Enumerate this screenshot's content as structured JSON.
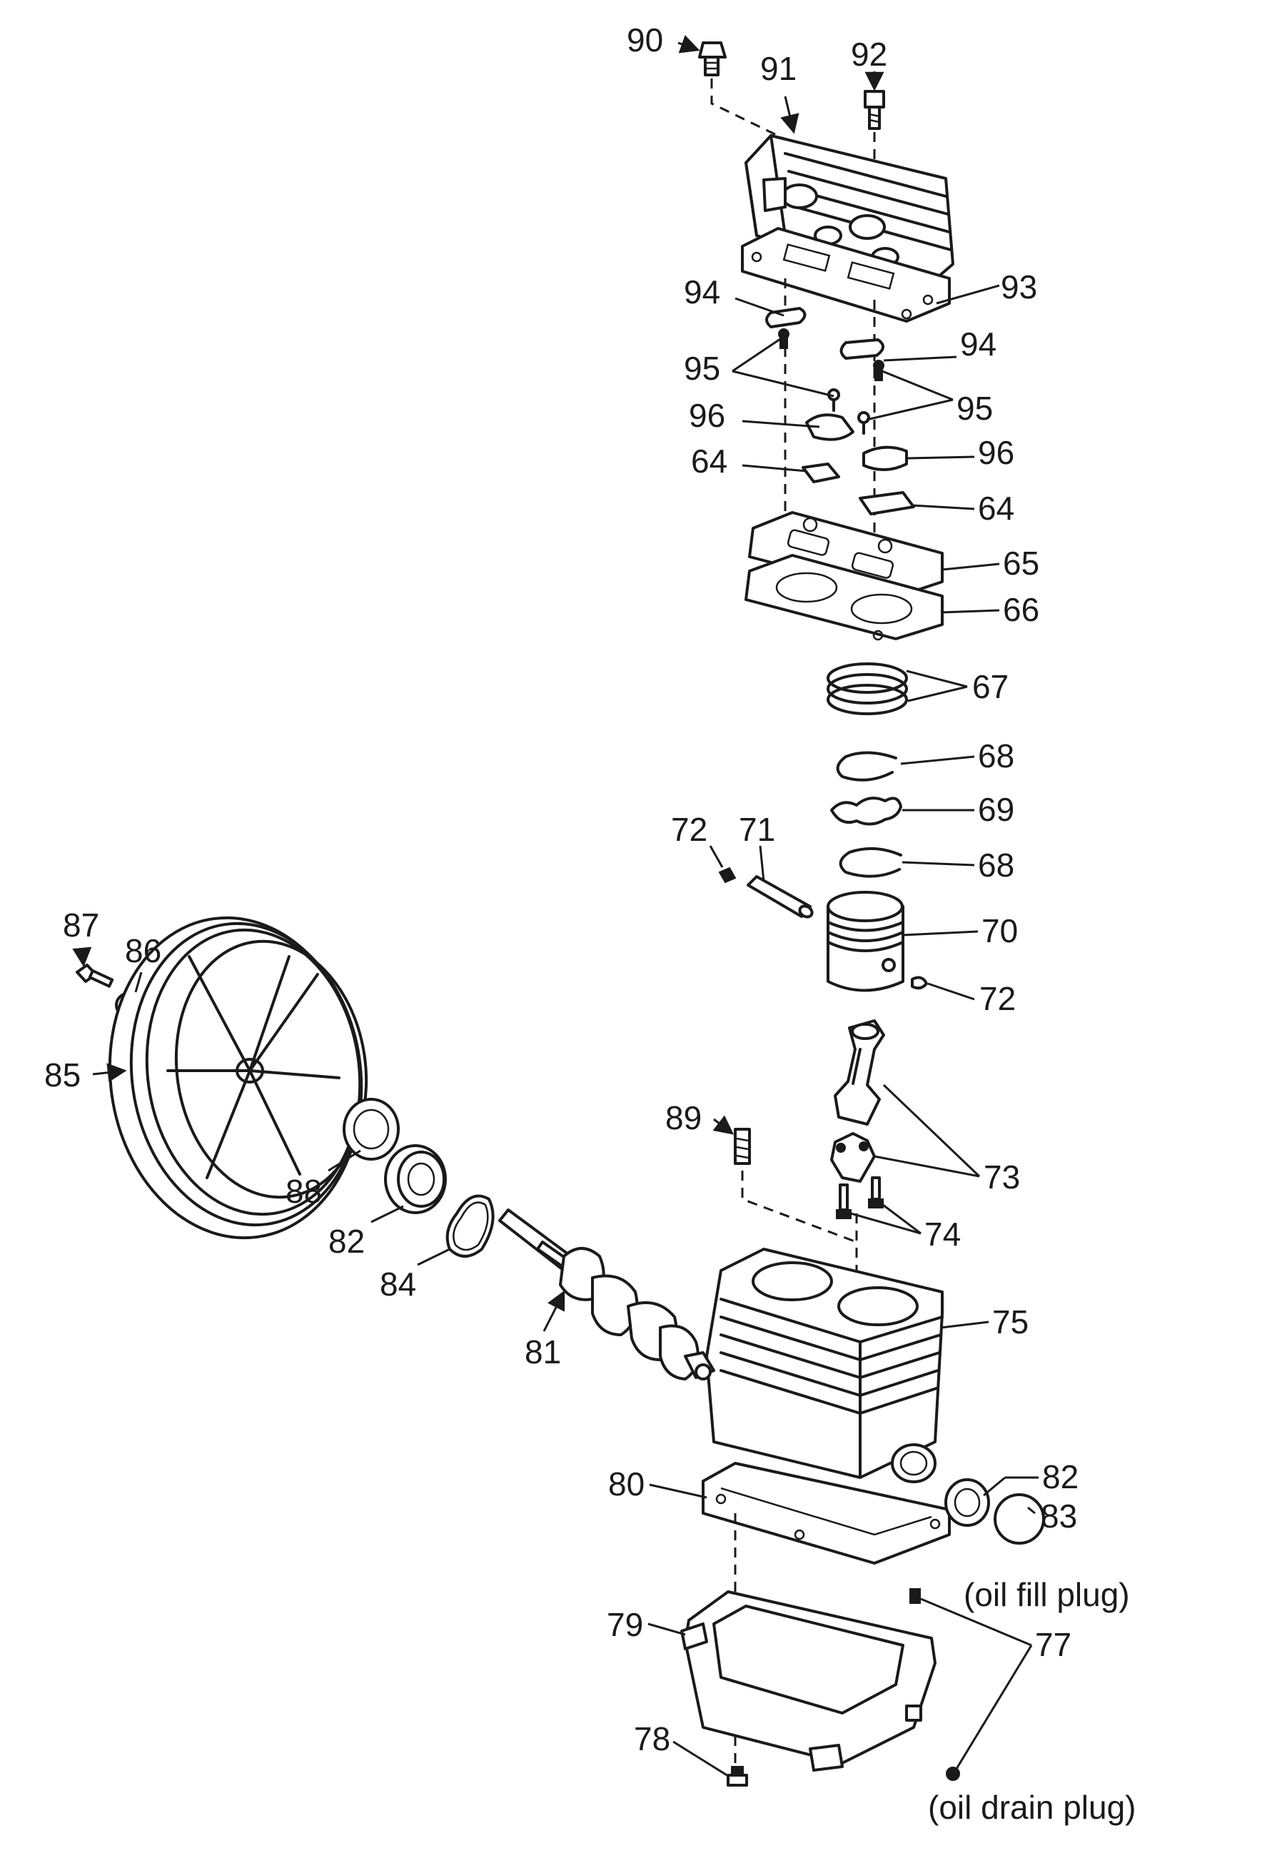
{
  "diagram": {
    "labels": {
      "p90": "90",
      "p91": "91",
      "p92": "92",
      "p93": "93",
      "p94a": "94",
      "p94b": "94",
      "p95a": "95",
      "p95b": "95",
      "p96a": "96",
      "p96b": "96",
      "p64a": "64",
      "p64b": "64",
      "p65": "65",
      "p66": "66",
      "p67": "67",
      "p68a": "68",
      "p69": "69",
      "p68b": "68",
      "p72a": "72",
      "p71": "71",
      "p70": "70",
      "p72b": "72",
      "p87": "87",
      "p86": "86",
      "p85": "85",
      "p89": "89",
      "p73": "73",
      "p74": "74",
      "p88": "88",
      "p82a": "82",
      "p84": "84",
      "p81": "81",
      "p75": "75",
      "p80": "80",
      "p82b": "82",
      "p83": "83",
      "p79": "79",
      "p77": "77",
      "p78": "78"
    },
    "notes": {
      "oil_fill": "(oil fill plug)",
      "oil_drain": "(oil drain plug)"
    }
  }
}
